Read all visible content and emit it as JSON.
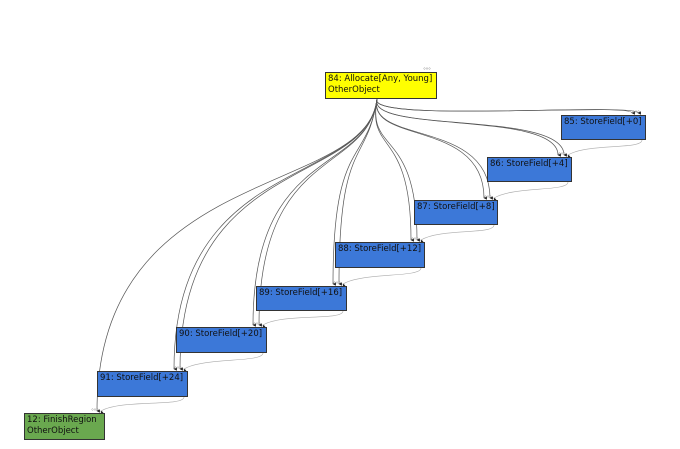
{
  "colors": {
    "allocate": "#ffff00",
    "store": "#3c78d8",
    "finish": "#6aa84f",
    "edge": "#555555",
    "control_edge": "#aaaaaa"
  },
  "nodes": [
    {
      "id": "n84",
      "name": "node-84-allocate",
      "kind": "allocate",
      "lines": [
        "84: Allocate[Any, Young]",
        "OtherObject"
      ]
    },
    {
      "id": "n85",
      "name": "node-85-storefield",
      "kind": "store",
      "lines": [
        "85: StoreField[+0]"
      ]
    },
    {
      "id": "n86",
      "name": "node-86-storefield",
      "kind": "store",
      "lines": [
        "86: StoreField[+4]"
      ]
    },
    {
      "id": "n87",
      "name": "node-87-storefield",
      "kind": "store",
      "lines": [
        "87: StoreField[+8]"
      ]
    },
    {
      "id": "n88",
      "name": "node-88-storefield",
      "kind": "store",
      "lines": [
        "88: StoreField[+12]"
      ]
    },
    {
      "id": "n89",
      "name": "node-89-storefield",
      "kind": "store",
      "lines": [
        "89: StoreField[+16]"
      ]
    },
    {
      "id": "n90",
      "name": "node-90-storefield",
      "kind": "store",
      "lines": [
        "90: StoreField[+20]"
      ]
    },
    {
      "id": "n91",
      "name": "node-91-storefield",
      "kind": "store",
      "lines": [
        "91: StoreField[+24]"
      ]
    },
    {
      "id": "n12",
      "name": "node-12-finishregion",
      "kind": "finish",
      "lines": [
        "12: FinishRegion",
        "OtherObject"
      ]
    }
  ]
}
